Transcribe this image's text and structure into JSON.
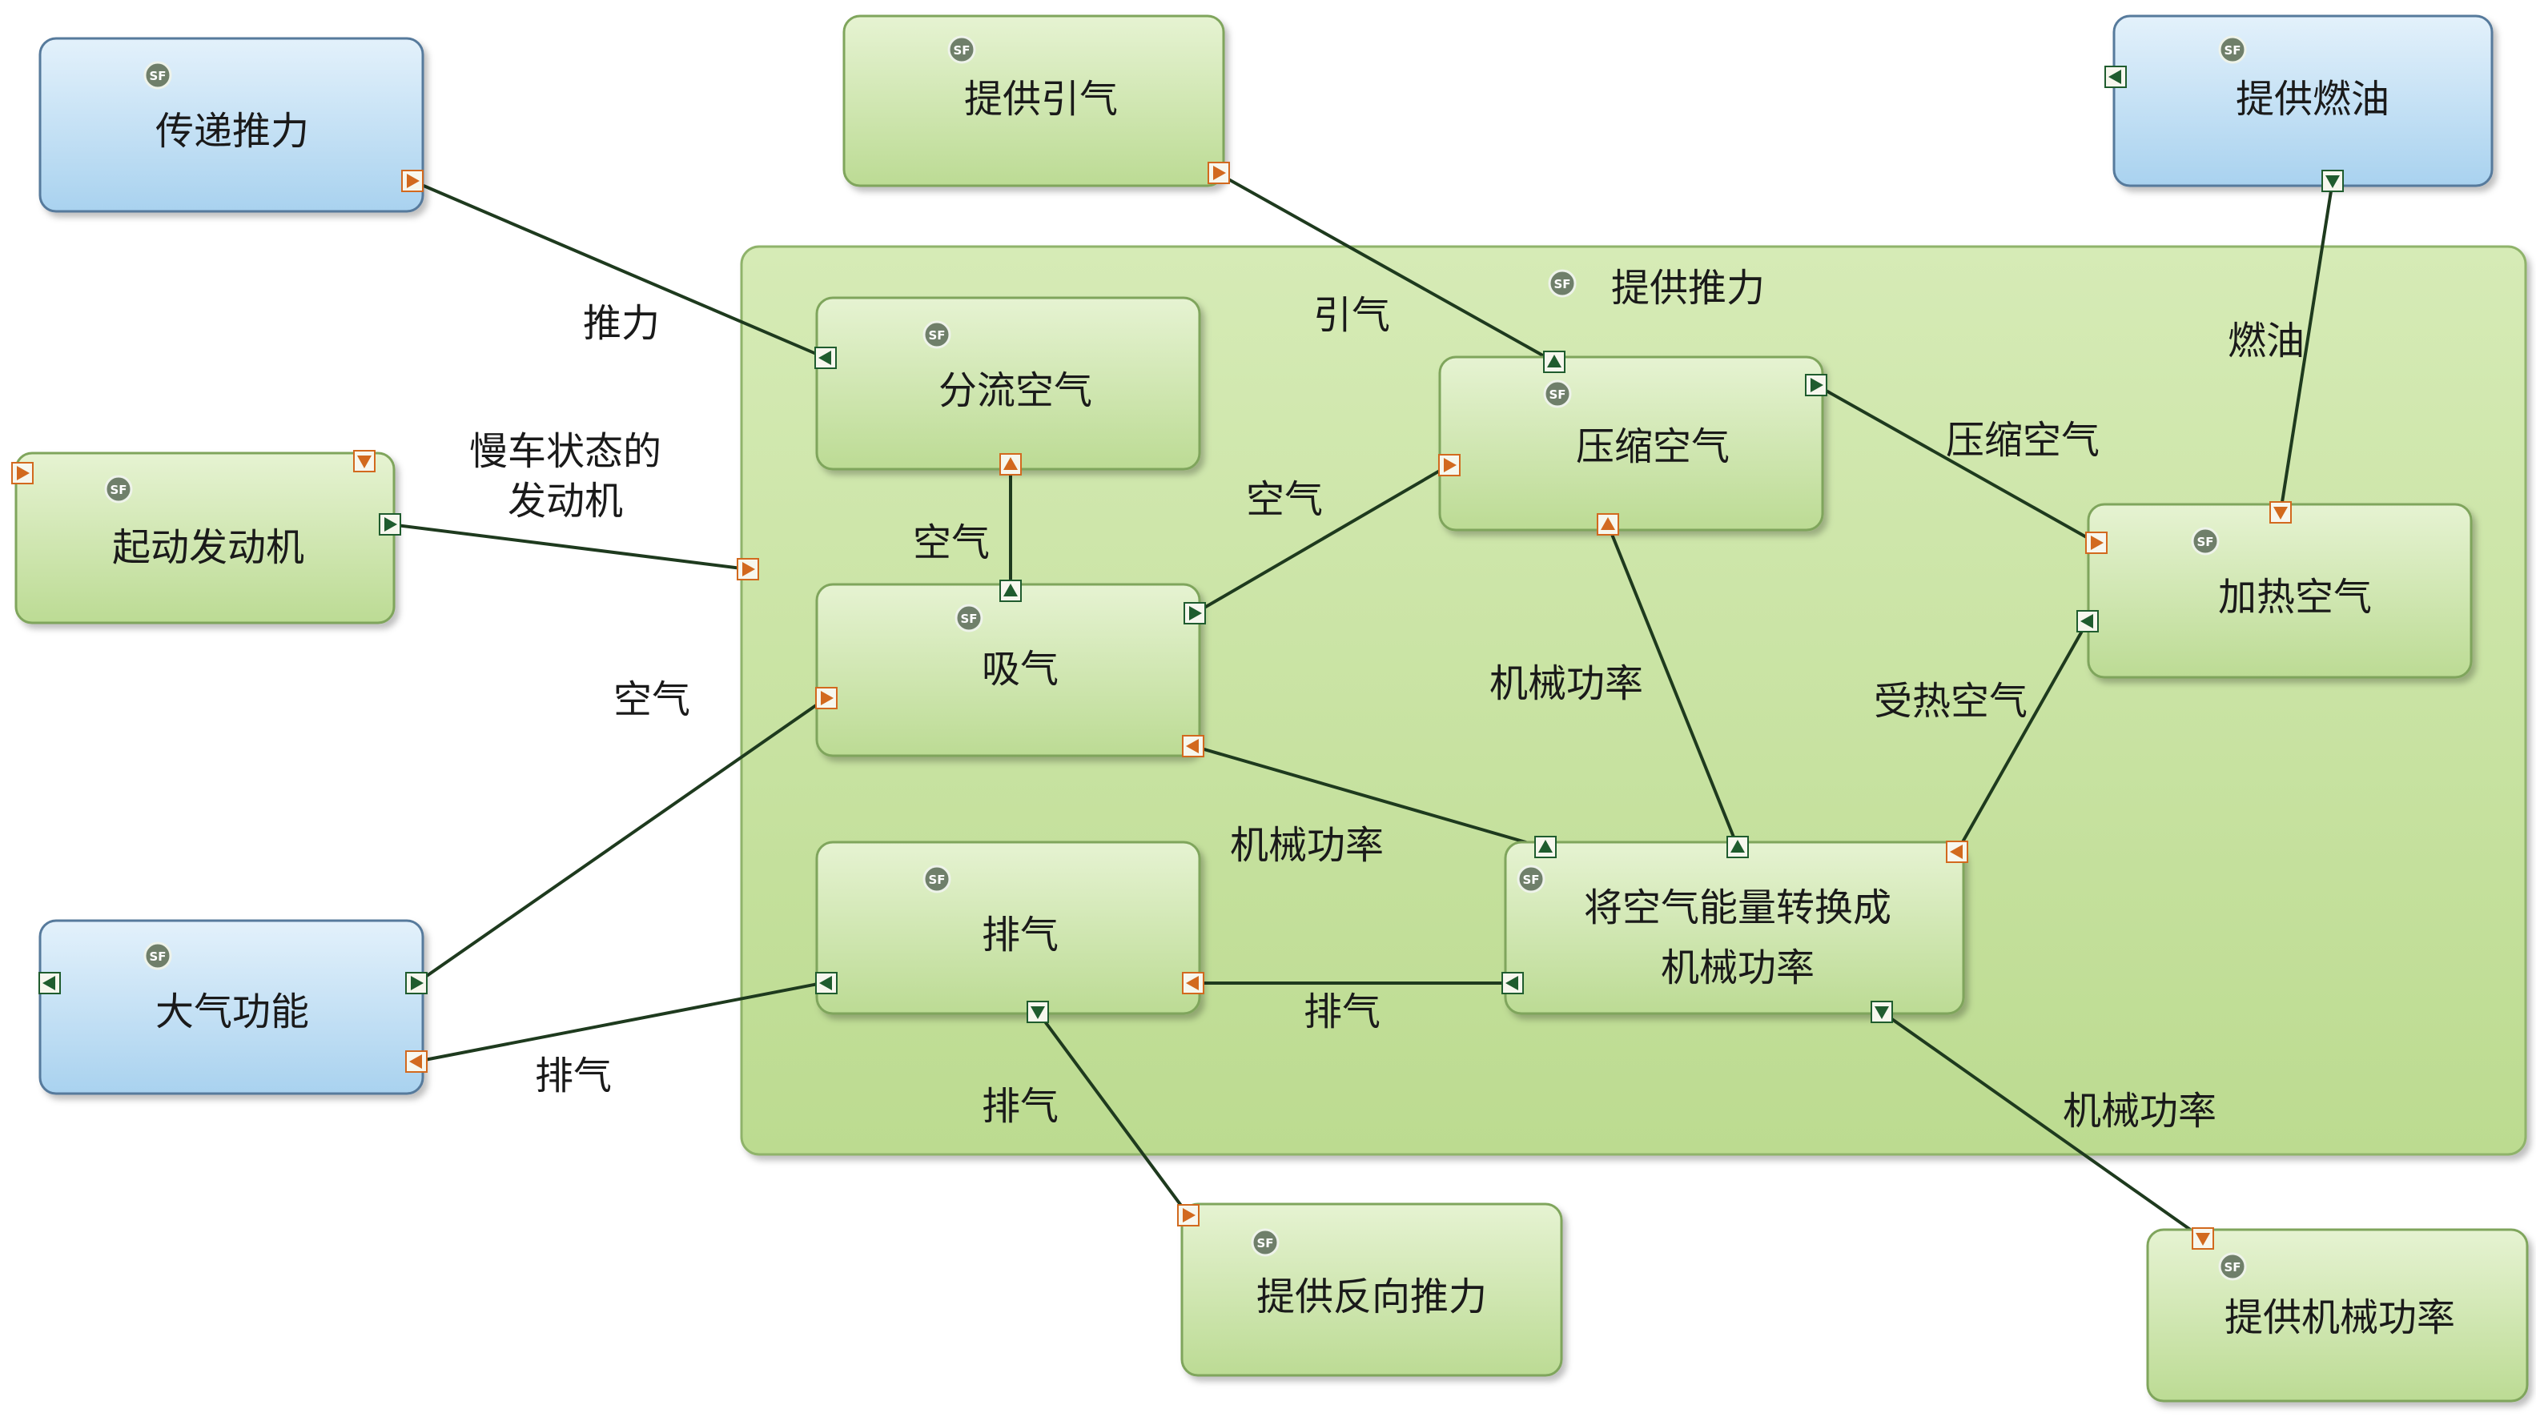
{
  "colors": {
    "green_fill_top": "#e6f3d2",
    "green_fill_bottom": "#bcdb94",
    "green_border": "#7fa55b",
    "blue_fill_top": "#e3f1fb",
    "blue_fill_bottom": "#a9d2ef",
    "blue_border": "#567a9c",
    "container_fill": "#c6e19f",
    "connector_line": "#1e3a1e",
    "port_in": "#d2691e",
    "port_out": "#1f5c2e"
  },
  "badge": "SF",
  "container": {
    "label": "提供推力"
  },
  "nodes": {
    "chuandi": "传递推力",
    "yinqi": "提供引气",
    "ranyou": "提供燃油",
    "qidong": "起动发动机",
    "daqi": "大气功能",
    "fanxiang": "提供反向推力",
    "jixie_out": "提供机械功率",
    "fenliu": "分流空气",
    "xiqi": "吸气",
    "paiqi": "排气",
    "yasuo": "压缩空气",
    "jiare": "加热空气",
    "zhuanhuan_line1": "将空气能量转换成",
    "zhuanhuan_line2": "机械功率"
  },
  "edges": {
    "tuili": "推力",
    "mancheline1": "慢车状态的",
    "mancheline2": "发动机",
    "kongqi_daqi": "空气",
    "paiqi_daqi": "排气",
    "yinqi": "引气",
    "ranyou": "燃油",
    "kongqi_fenliu": "空气",
    "kongqi_yasuo": "空气",
    "yasuo_jiare": "压缩空气",
    "jixie_yasuo": "机械功率",
    "shoure": "受热空气",
    "jixie_xiqi": "机械功率",
    "paiqi_inner": "排气",
    "paiqi_fanxiang": "排气",
    "jixie_out": "机械功率"
  }
}
